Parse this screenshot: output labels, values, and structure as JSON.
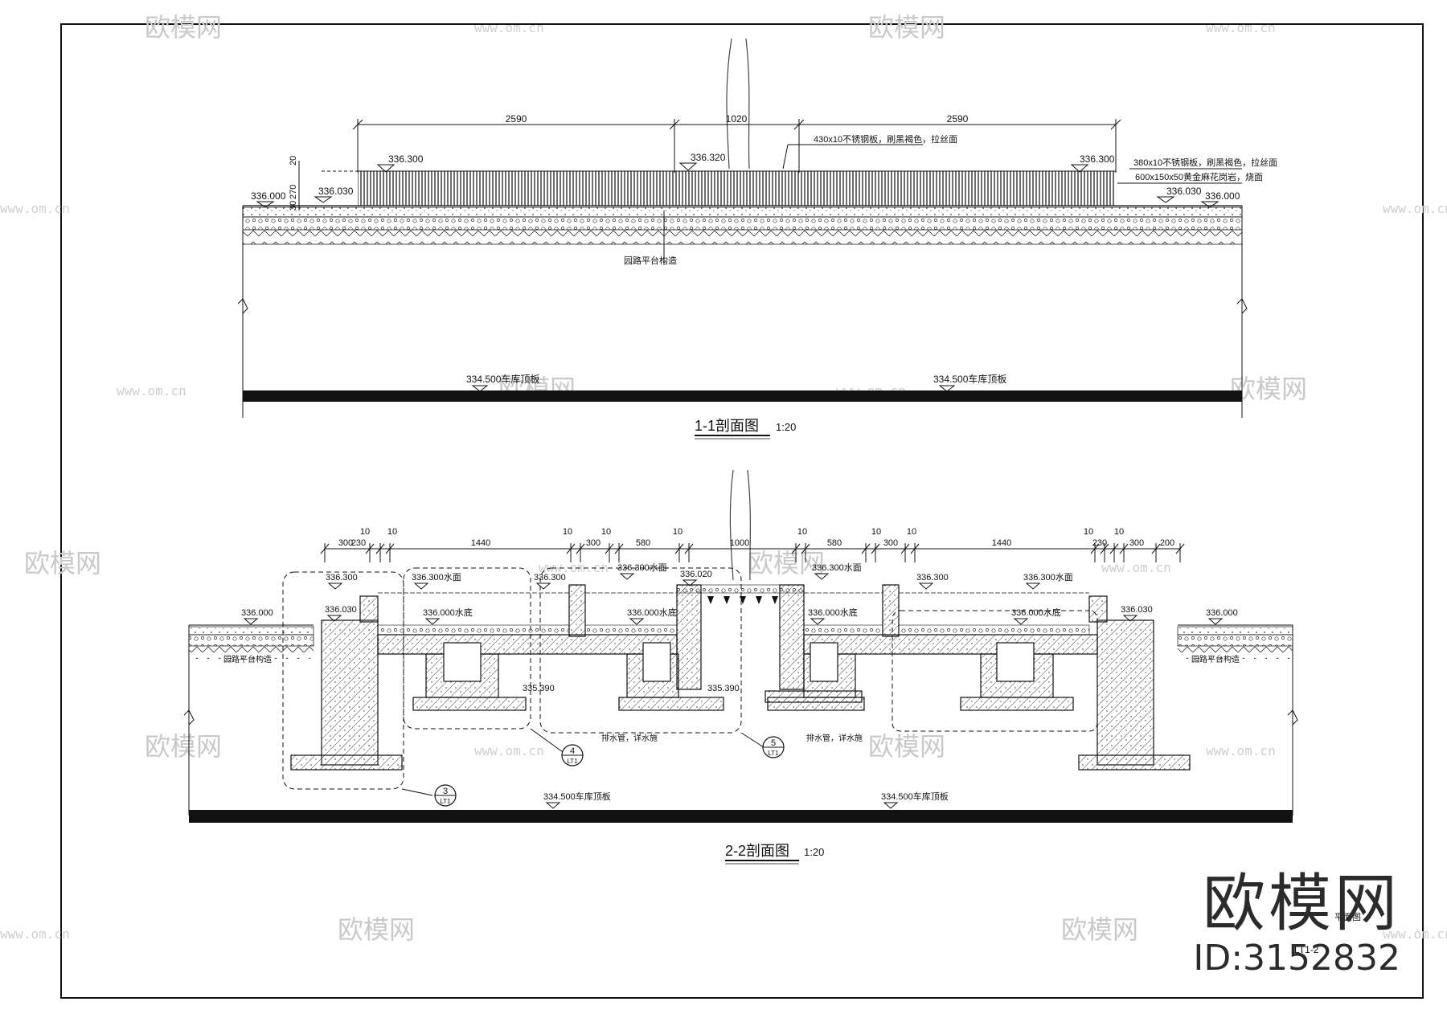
{
  "drawing": {
    "section1": {
      "title": "1-1剖面图",
      "scale": "1:20",
      "dims": [
        "2590",
        "1020",
        "2590"
      ],
      "left_dims": [
        "20",
        "270",
        "30"
      ],
      "elevations": [
        "336.300",
        "336.320",
        "336.300",
        "336.000",
        "336.030",
        "336.030",
        "336.000"
      ],
      "notes": [
        "430x10不锈钢板，刷黑褐色，拉丝面",
        "380x10不锈钢板，刷黑褐色，拉丝面",
        "600x150x50黄金麻花岗岩，烧面",
        "园路平台构造"
      ],
      "base": [
        "334.500车库顶板",
        "334.500车库顶板"
      ]
    },
    "section2": {
      "title": "2-2剖面图",
      "scale": "1:20",
      "dims": [
        "300",
        "10",
        "230",
        "10",
        "1440",
        "10",
        "300",
        "10",
        "580",
        "10",
        "1000",
        "10",
        "580",
        "10",
        "300",
        "10",
        "1440",
        "10",
        "230",
        "10",
        "300",
        "200"
      ],
      "elevations_top": [
        "336.300",
        "336.300水面",
        "336.300",
        "336.300水面",
        "336.020",
        "336.300水面",
        "336.300",
        "336.300水面"
      ],
      "elevations_mid": [
        "336.000",
        "336.030",
        "336.000水底",
        "336.000水底",
        "336.000水底",
        "336.000水底",
        "336.030",
        "336.000"
      ],
      "elevations_low": [
        "335.390",
        "335.390"
      ],
      "notes": [
        "园路平台构造",
        "园路平台构造",
        "排水管，详水施",
        "排水管，详水施"
      ],
      "base": [
        "334.500车库顶板",
        "334.500车库顶板"
      ],
      "callouts": [
        {
          "num": "3",
          "sheet": "LT1"
        },
        {
          "num": "4",
          "sheet": "LT1"
        },
        {
          "num": "5",
          "sheet": "LT1"
        }
      ]
    },
    "sheet_label": "平面图",
    "sheet_code": "LT1-2"
  },
  "watermark": {
    "brand": "欧模网",
    "url": "www.om.cn"
  },
  "brand": {
    "name": "欧模网",
    "id": "ID:3152832"
  }
}
